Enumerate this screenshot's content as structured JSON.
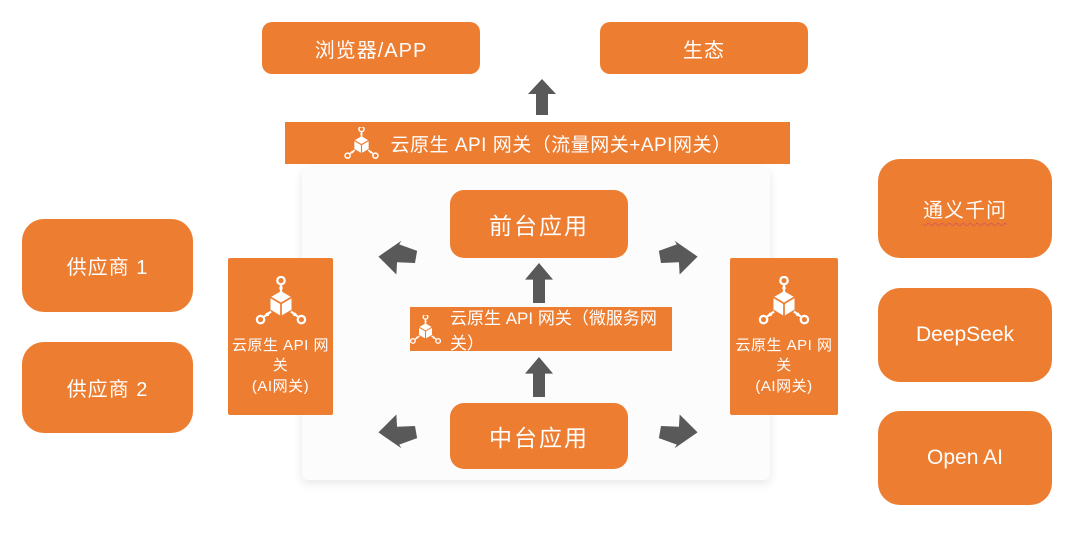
{
  "colors": {
    "box_orange": "#ED7D31",
    "arrow_gray": "#595959",
    "panel_bg": "#FCFCFC",
    "squiggle_red": "#D95B52"
  },
  "top_row": {
    "browser": "浏览器/APP",
    "ecosystem": "生态"
  },
  "traffic_gateway": {
    "label": "云原生 API 网关（流量网关+API网关）"
  },
  "center_panel": {
    "frontend_app": "前台应用",
    "microservice_gateway": "云原生 API 网关（微服务网关）",
    "midend_app": "中台应用"
  },
  "suppliers": {
    "supplier_1": "供应商 1",
    "supplier_2": "供应商 2"
  },
  "ai_gateway_left": {
    "line1": "云原生 API 网关",
    "line2": "(AI网关)"
  },
  "ai_gateway_right": {
    "line1": "云原生 API 网关",
    "line2": "(AI网关)"
  },
  "model_providers": {
    "qwen": "通义千问",
    "deepseek": "DeepSeek",
    "openai": "Open AI"
  }
}
